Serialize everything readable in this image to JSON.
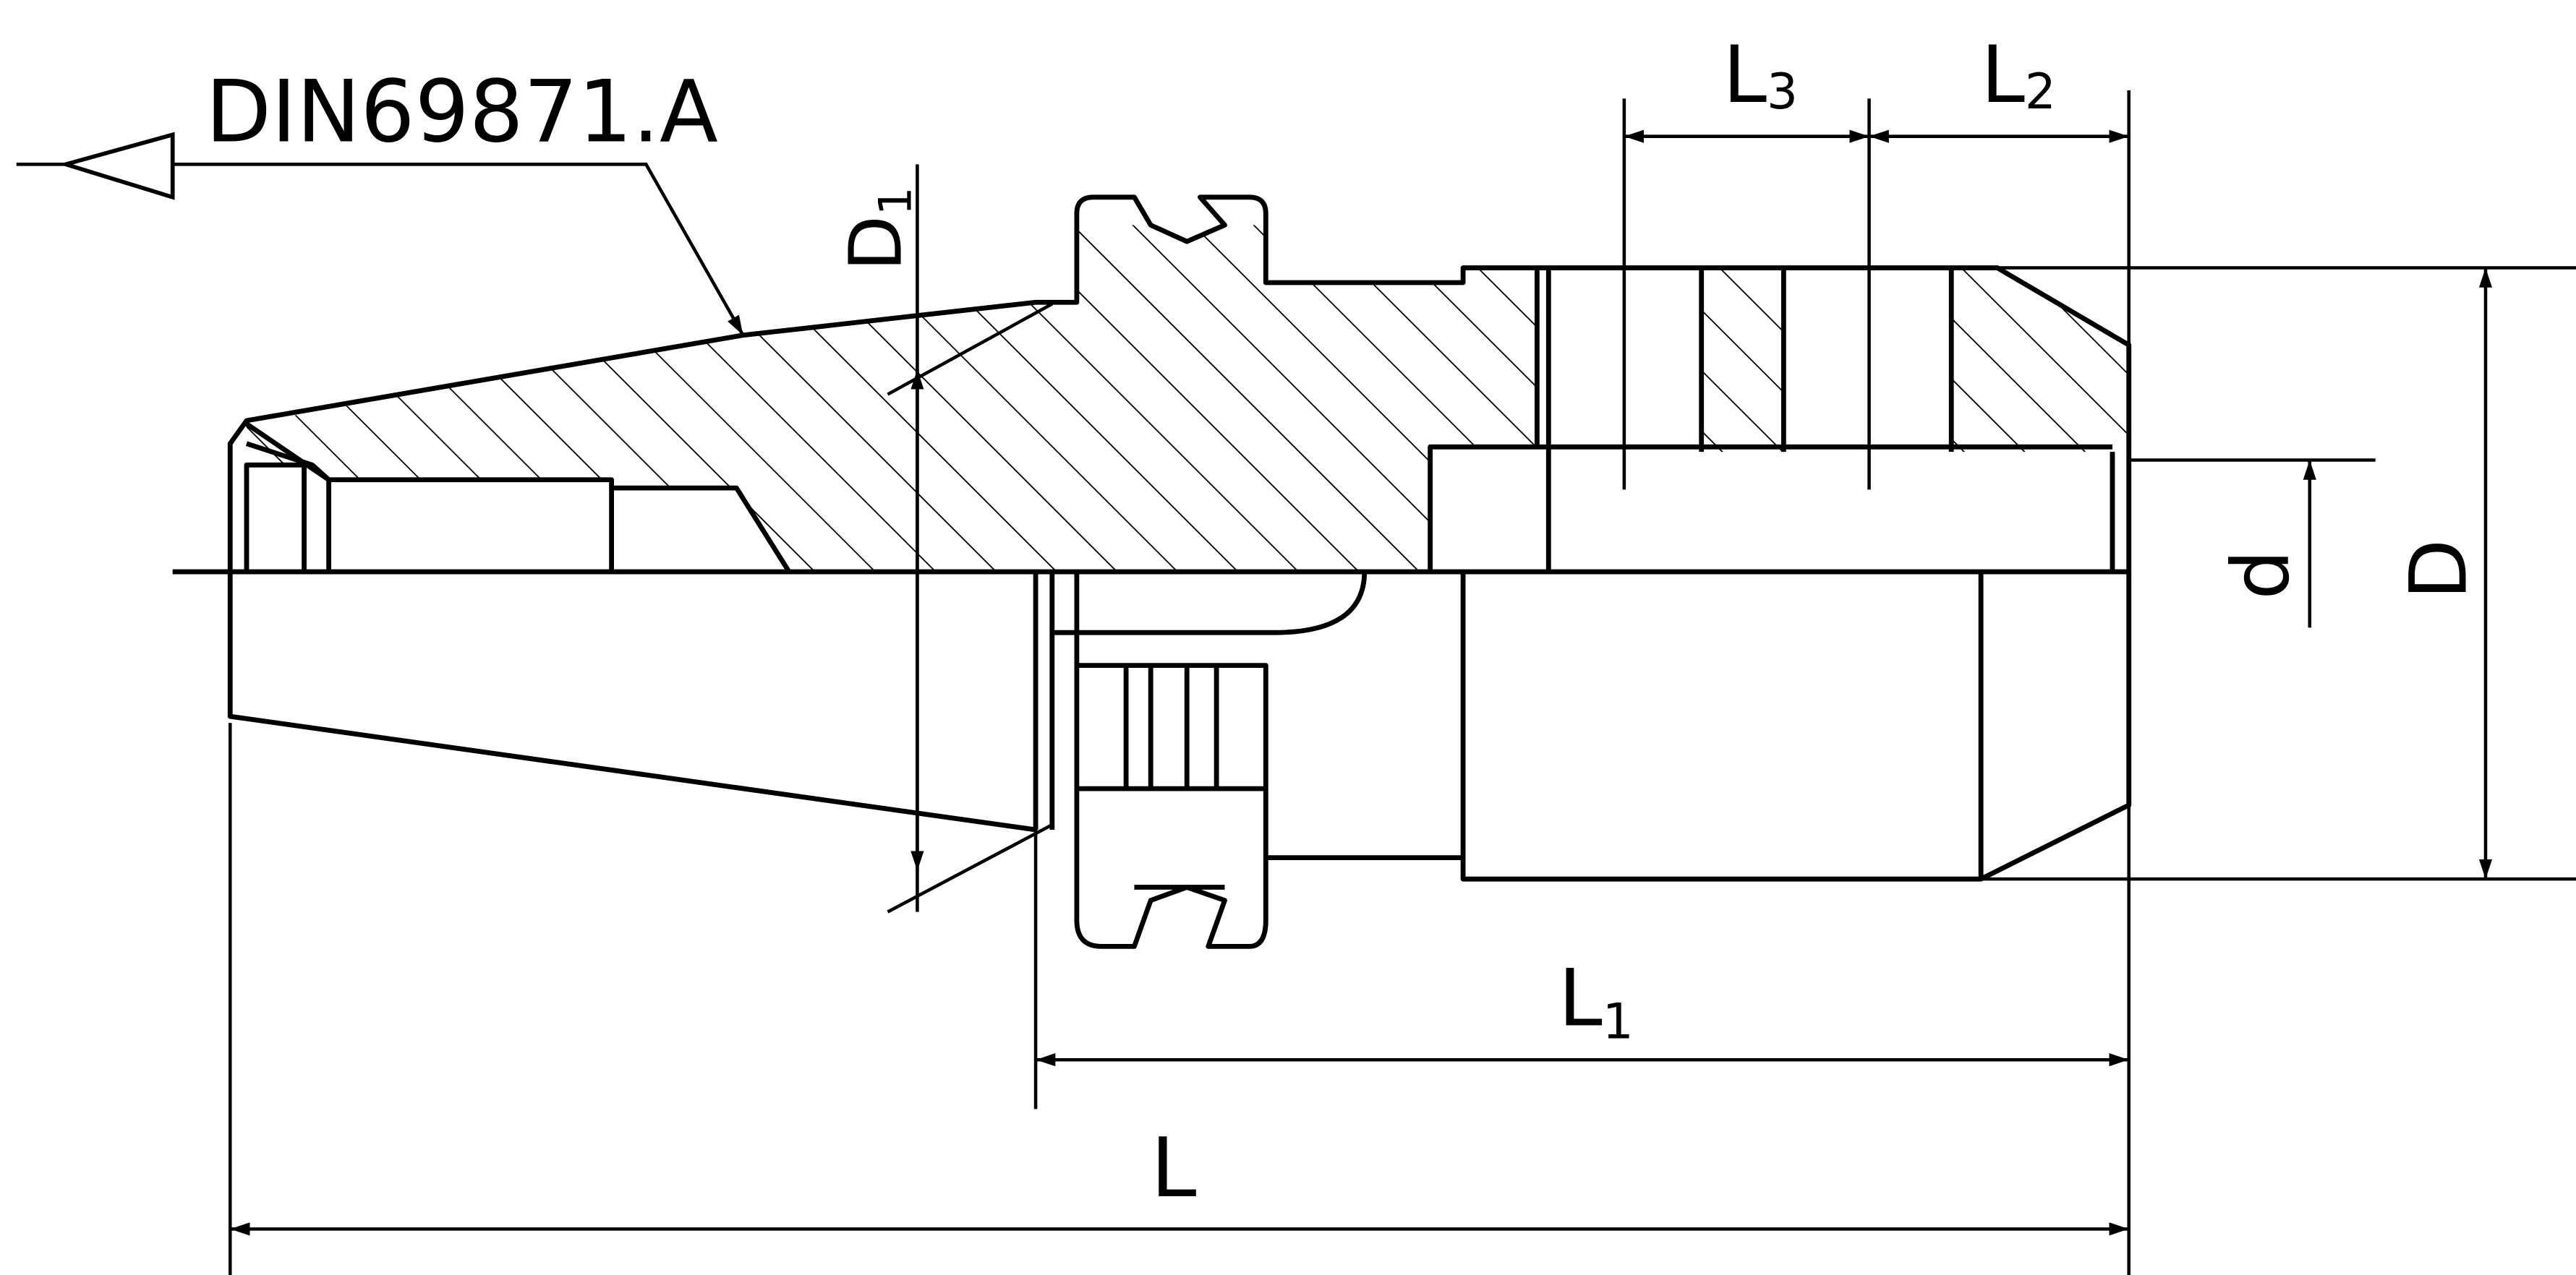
{
  "colors": {
    "line": "#000000",
    "background": "#ffffff"
  },
  "labels": {
    "standard": "DIN69871.A",
    "D1": {
      "main": "D",
      "sub": "1"
    },
    "L3": {
      "main": "L",
      "sub": "3"
    },
    "L2": {
      "main": "L",
      "sub": "2"
    },
    "L1": {
      "main": "L",
      "sub": "1"
    },
    "L": "L",
    "d": "d",
    "D": "D"
  }
}
